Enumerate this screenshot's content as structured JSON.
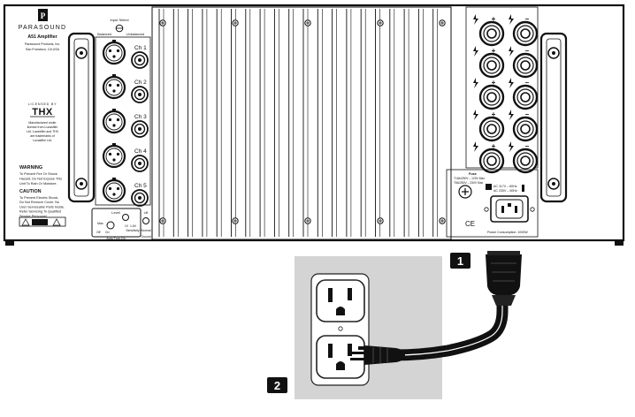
{
  "brand": {
    "name": "PARASOUND",
    "logo_letter": "P",
    "model": "A51 Amplifier",
    "maker": "Parasound Products, Inc.",
    "location": "San Francisco, CA USA"
  },
  "thx": {
    "header": "LICENSED BY",
    "logo": "THX",
    "note": [
      "Manufactured under",
      "license from Lucasfilm",
      "Ltd. Lucasfilm and THX",
      "are trademarks of",
      "Lucasfilm Ltd."
    ]
  },
  "warning": {
    "title": "WARNING",
    "lines": [
      "To Prevent Fire Or Shock",
      "Hazard, Do Not Expose This",
      "Unit To Rain Or Moisture."
    ]
  },
  "caution": {
    "title": "CAUTION",
    "lines": [
      "To Prevent Electric Shock,",
      "Do Not Remove Cover. No",
      "User Serviceable Parts Inside.",
      "Refer Servicing To Qualified",
      "Service Personnel."
    ]
  },
  "input_select": {
    "label": "Input Select",
    "balanced": "Balanced",
    "unbalanced": "Unbalanced"
  },
  "channels": [
    "Ch 1",
    "Ch 2",
    "Ch 3",
    "Ch 4",
    "Ch 5"
  ],
  "controls": {
    "level": "Level",
    "max": "Max",
    "off": "Off",
    "on": "On",
    "sensitivity_a": "1V",
    "sensitivity_b": "1.6V",
    "sensitivity": "Sensitivity",
    "auto_turn_on": "Auto Turn On",
    "lift": "Lift",
    "normal": "Normal",
    "ground": "Ground"
  },
  "power": {
    "fuse_label": "Fuse",
    "fuse_lines": [
      "T16A/250V – 120V Max",
      "T8A/250V – 230V Max"
    ],
    "voltage_lines": [
      "AC 117V – 60Hz",
      "AC 230V – 50Hz"
    ],
    "ce": "CE",
    "consumption": "Power Consumption: 1000W"
  },
  "speaker_terminals": {
    "plus": "+",
    "minus": "–",
    "rows": 5
  },
  "callouts": [
    "1",
    "2"
  ],
  "colors": {
    "line": "#111111",
    "panel": "#ffffff",
    "wall": "#d4d4d4",
    "callout_bg": "#111111",
    "callout_fg": "#ffffff"
  }
}
